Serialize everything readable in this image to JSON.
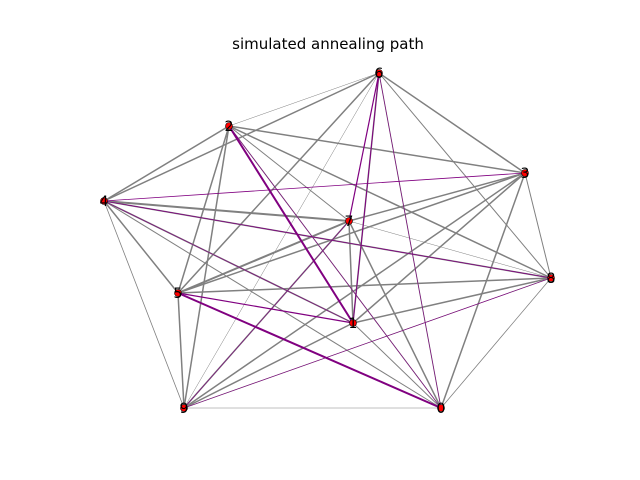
{
  "title": "simulated annealing path",
  "colors": {
    "edge": "#808080",
    "path": "#800080",
    "node": "#ff0000",
    "node_outline": "#000000",
    "background": "#ffffff"
  },
  "nodes": [
    {
      "id": "0",
      "label": "0"
    },
    {
      "id": "1",
      "label": "1"
    },
    {
      "id": "2",
      "label": "2"
    },
    {
      "id": "3",
      "label": "3"
    },
    {
      "id": "4",
      "label": "4"
    },
    {
      "id": "5",
      "label": "5"
    },
    {
      "id": "6",
      "label": "6"
    },
    {
      "id": "7",
      "label": "7"
    },
    {
      "id": "8",
      "label": "8"
    },
    {
      "id": "9",
      "label": "9"
    }
  ],
  "edges": [
    {
      "source": "0",
      "target": "1",
      "weight": 1.0
    },
    {
      "source": "0",
      "target": "2",
      "weight": 1.0
    },
    {
      "source": "0",
      "target": "3",
      "weight": 1.5
    },
    {
      "source": "0",
      "target": "4",
      "weight": 1.0
    },
    {
      "source": "0",
      "target": "6",
      "weight": 1.0
    },
    {
      "source": "0",
      "target": "7",
      "weight": 1.5
    },
    {
      "source": "0",
      "target": "8",
      "weight": 0.8
    },
    {
      "source": "0",
      "target": "9",
      "weight": 0.5
    },
    {
      "source": "1",
      "target": "3",
      "weight": 1.5
    },
    {
      "source": "1",
      "target": "4",
      "weight": 1.5
    },
    {
      "source": "1",
      "target": "6",
      "weight": 1.5
    },
    {
      "source": "1",
      "target": "7",
      "weight": 1.5
    },
    {
      "source": "1",
      "target": "8",
      "weight": 1.5
    },
    {
      "source": "1",
      "target": "9",
      "weight": 1.5
    },
    {
      "source": "2",
      "target": "3",
      "weight": 1.5
    },
    {
      "source": "2",
      "target": "4",
      "weight": 1.5
    },
    {
      "source": "2",
      "target": "5",
      "weight": 1.5
    },
    {
      "source": "2",
      "target": "6",
      "weight": 0.5
    },
    {
      "source": "2",
      "target": "7",
      "weight": 1.0
    },
    {
      "source": "2",
      "target": "8",
      "weight": 1.5
    },
    {
      "source": "2",
      "target": "9",
      "weight": 1.5
    },
    {
      "source": "3",
      "target": "5",
      "weight": 1.5
    },
    {
      "source": "3",
      "target": "6",
      "weight": 1.5
    },
    {
      "source": "3",
      "target": "7",
      "weight": 1.5
    },
    {
      "source": "3",
      "target": "8",
      "weight": 1.0
    },
    {
      "source": "3",
      "target": "9",
      "weight": 1.5
    },
    {
      "source": "4",
      "target": "5",
      "weight": 1.5
    },
    {
      "source": "4",
      "target": "6",
      "weight": 1.5
    },
    {
      "source": "4",
      "target": "7",
      "weight": 2.0
    },
    {
      "source": "4",
      "target": "8",
      "weight": 1.5
    },
    {
      "source": "4",
      "target": "9",
      "weight": 0.8
    },
    {
      "source": "5",
      "target": "6",
      "weight": 1.5
    },
    {
      "source": "5",
      "target": "7",
      "weight": 2.0
    },
    {
      "source": "5",
      "target": "8",
      "weight": 1.5
    },
    {
      "source": "5",
      "target": "9",
      "weight": 1.5
    },
    {
      "source": "6",
      "target": "8",
      "weight": 1.0
    },
    {
      "source": "6",
      "target": "9",
      "weight": 0.5
    },
    {
      "source": "7",
      "target": "8",
      "weight": 0.5
    },
    {
      "source": "7",
      "target": "9",
      "weight": 1.5
    },
    {
      "source": "8",
      "target": "9",
      "weight": 0.8
    }
  ],
  "path_edges": [
    {
      "source": "5",
      "target": "0",
      "weight": 2.0
    },
    {
      "source": "2",
      "target": "1",
      "weight": 2.0
    },
    {
      "source": "1",
      "target": "5",
      "weight": 1.2
    },
    {
      "source": "6",
      "target": "7",
      "weight": 1.2
    },
    {
      "source": "6",
      "target": "1",
      "weight": 1.0
    },
    {
      "source": "4",
      "target": "3",
      "weight": 0.8
    },
    {
      "source": "4",
      "target": "8",
      "weight": 0.8
    },
    {
      "source": "4",
      "target": "1",
      "weight": 0.6
    },
    {
      "source": "2",
      "target": "0",
      "weight": 0.6
    },
    {
      "source": "6",
      "target": "0",
      "weight": 0.6
    },
    {
      "source": "9",
      "target": "8",
      "weight": 0.6
    },
    {
      "source": "9",
      "target": "7",
      "weight": 0.6
    }
  ]
}
